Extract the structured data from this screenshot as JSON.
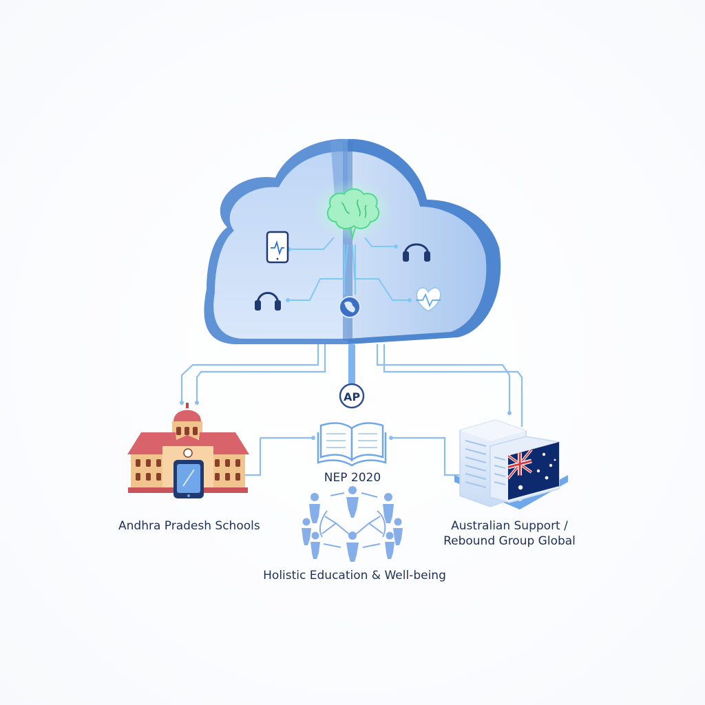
{
  "nodes": {
    "schools": {
      "label": "Andhra Pradesh Schools"
    },
    "nep": {
      "label": "NEP 2020"
    },
    "australia": {
      "line1": "Australian Support /",
      "line2": "Rebound Group Global"
    },
    "holistic": {
      "label": "Holistic Education & Well-being"
    },
    "hub_badge": {
      "text": "AP"
    }
  },
  "icons": {
    "cloud": "cloud-icon",
    "brain": "brain-icon",
    "tablet": "tablet-pulse-icon",
    "headphones_top": "headphones-icon",
    "headphones_left": "headphones-icon",
    "heart": "heart-pulse-icon",
    "globe": "globe-icon",
    "school": "school-building-icon",
    "book": "open-book-icon",
    "server": "server-icon",
    "flag": "australian-flag-icon",
    "people": "people-circle-icon"
  },
  "colors": {
    "cloud_light": "#cfe0f7",
    "cloud_dark": "#5f93d6",
    "connector": "#8dbdf0",
    "brain_glow": "#7ff0a8",
    "icon_navy": "#1f3a70",
    "school_roof": "#d9636b",
    "school_wall": "#f2c48d",
    "flag_blue": "#0d2a6e",
    "flag_red": "#d9363e",
    "people": "#86aee8"
  }
}
